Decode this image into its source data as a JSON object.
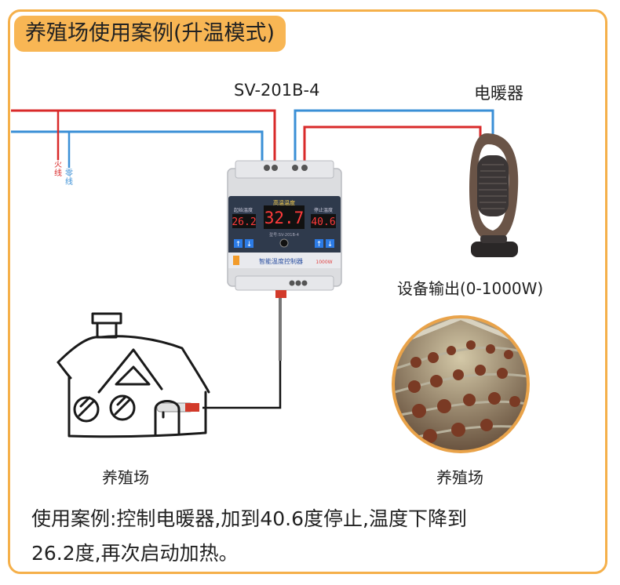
{
  "title": "养殖场使用案例(升温模式)",
  "model": "SV-201B-4",
  "heater_label": "电暖器",
  "output_label": "设备输出(0-1000W)",
  "wire_live": "火线",
  "wire_neutral": "零线",
  "farm_left_label": "养殖场",
  "farm_right_label": "养殖场",
  "controller": {
    "mode_label": "高温温度",
    "start_label": "起始温度",
    "stop_label": "停止温度",
    "current_temp": "32.7",
    "start_temp": "26.2",
    "stop_temp": "40.6",
    "model_small": "型号:SV-201B-4",
    "bottom_label": "智能温度控制器",
    "bottom_badge": "1000W"
  },
  "caption_line1": "使用案例:控制电暖器,加到40.6度停止,温度下降到",
  "caption_line2": "26.2度,再次启动加热。",
  "colors": {
    "accent": "#f8b654",
    "border": "#f5b04a",
    "wire_live": "#d92a2a",
    "wire_neutral": "#3a8fd6",
    "display_red": "#ff3b3b"
  }
}
